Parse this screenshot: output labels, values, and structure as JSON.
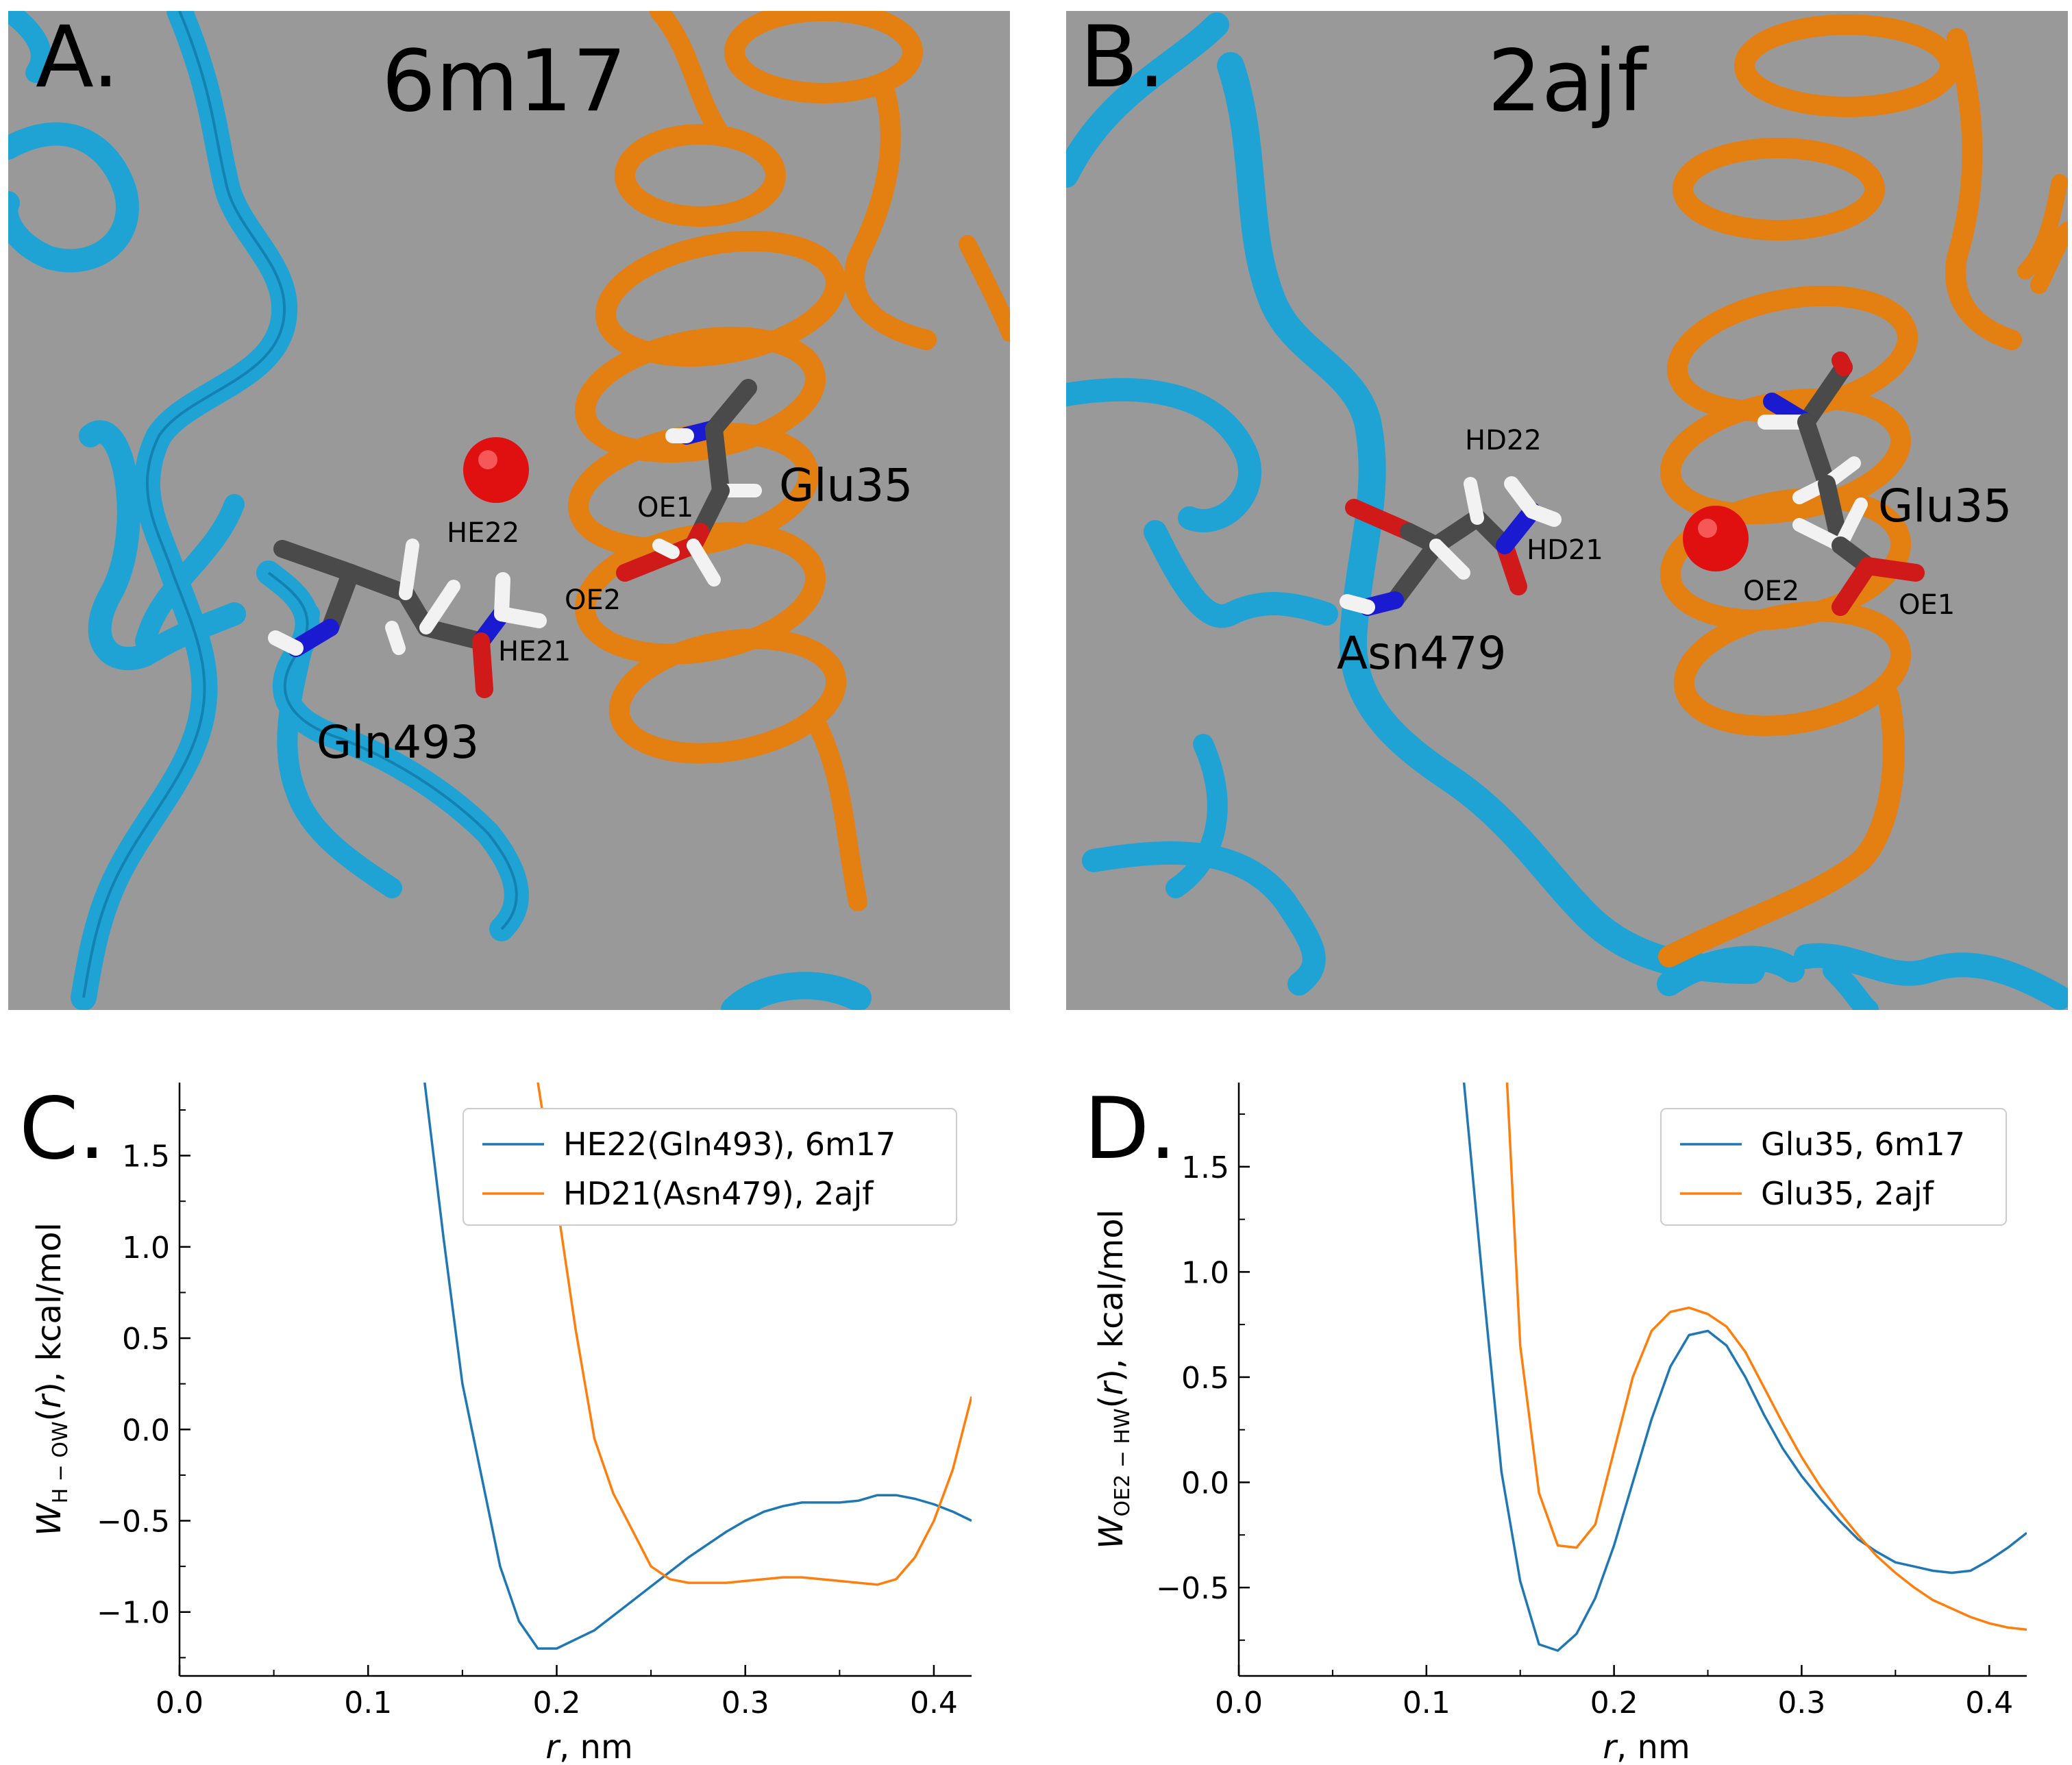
{
  "panels": {
    "a": {
      "letter": "A.",
      "pdb": "6m17",
      "residue_labels": [
        "Gln493",
        "Glu35"
      ],
      "atom_labels": [
        "HE22",
        "HE21",
        "OE1",
        "OE2"
      ]
    },
    "b": {
      "letter": "B.",
      "pdb": "2ajf",
      "residue_labels": [
        "Asn479",
        "Glu35"
      ],
      "atom_labels": [
        "HD22",
        "HD21",
        "OE2",
        "OE1"
      ]
    }
  },
  "colors": {
    "background": "#999999",
    "ribbon_blue": "#1fa3d4",
    "ribbon_orange": "#e47f12",
    "water": "#e01010",
    "carbon": "#4a4a4a",
    "oxygen": "#d01a1a",
    "nitrogen": "#1a1ad0",
    "hydrogen": "#f2f2f2",
    "series_blue": "#1f77b4",
    "series_orange": "#ff7f0e"
  },
  "chart_data": [
    {
      "panel_letter": "C.",
      "type": "line",
      "xlabel": "r, nm",
      "ylabel_main": "W",
      "ylabel_sub": "H − OW",
      "ylabel_rest": "(r), kcal/mol",
      "xlim": [
        0.0,
        0.42
      ],
      "ylim": [
        -1.35,
        1.9
      ],
      "xticks": [
        "0.0",
        "0.1",
        "0.2",
        "0.3",
        "0.4"
      ],
      "yticks": [
        "−1.0",
        "−0.5",
        "0.0",
        "0.5",
        "1.0",
        "1.5"
      ],
      "legend_position": "top-right",
      "series": [
        {
          "name": "HE22(Gln493), 6m17",
          "color": "#1f77b4",
          "x": [
            0.13,
            0.14,
            0.15,
            0.16,
            0.17,
            0.18,
            0.19,
            0.2,
            0.21,
            0.22,
            0.23,
            0.24,
            0.25,
            0.26,
            0.27,
            0.28,
            0.29,
            0.3,
            0.31,
            0.32,
            0.33,
            0.34,
            0.35,
            0.36,
            0.37,
            0.38,
            0.39,
            0.4,
            0.41,
            0.42
          ],
          "y": [
            1.9,
            1.05,
            0.25,
            -0.25,
            -0.75,
            -1.05,
            -1.2,
            -1.2,
            -1.15,
            -1.1,
            -1.02,
            -0.94,
            -0.86,
            -0.78,
            -0.7,
            -0.63,
            -0.56,
            -0.5,
            -0.45,
            -0.42,
            -0.4,
            -0.4,
            -0.4,
            -0.39,
            -0.36,
            -0.36,
            -0.38,
            -0.41,
            -0.45,
            -0.5
          ]
        },
        {
          "name": "HD21(Asn479), 2ajf",
          "color": "#ff7f0e",
          "x": [
            0.19,
            0.2,
            0.21,
            0.22,
            0.23,
            0.24,
            0.25,
            0.26,
            0.27,
            0.28,
            0.29,
            0.3,
            0.31,
            0.32,
            0.33,
            0.34,
            0.35,
            0.36,
            0.37,
            0.38,
            0.39,
            0.4,
            0.41,
            0.42
          ],
          "y": [
            1.9,
            1.25,
            0.55,
            -0.05,
            -0.35,
            -0.55,
            -0.75,
            -0.82,
            -0.84,
            -0.84,
            -0.84,
            -0.83,
            -0.82,
            -0.81,
            -0.81,
            -0.82,
            -0.83,
            -0.84,
            -0.85,
            -0.82,
            -0.7,
            -0.5,
            -0.22,
            0.18
          ]
        }
      ]
    },
    {
      "panel_letter": "D.",
      "type": "line",
      "xlabel": "r, nm",
      "ylabel_main": "W",
      "ylabel_sub": "OE2 − HW",
      "ylabel_rest": "(r), kcal/mol",
      "xlim": [
        0.0,
        0.42
      ],
      "ylim": [
        -0.92,
        1.9
      ],
      "xticks": [
        "0.0",
        "0.1",
        "0.2",
        "0.3",
        "0.4"
      ],
      "yticks": [
        "−0.5",
        "0.0",
        "0.5",
        "1.0",
        "1.5"
      ],
      "legend_position": "top-right",
      "series": [
        {
          "name": "Glu35, 6m17",
          "color": "#1f77b4",
          "x": [
            0.12,
            0.13,
            0.14,
            0.15,
            0.16,
            0.17,
            0.18,
            0.19,
            0.2,
            0.21,
            0.22,
            0.23,
            0.24,
            0.25,
            0.26,
            0.27,
            0.28,
            0.29,
            0.3,
            0.31,
            0.32,
            0.33,
            0.34,
            0.35,
            0.36,
            0.37,
            0.38,
            0.39,
            0.4,
            0.41,
            0.42
          ],
          "y": [
            1.9,
            0.95,
            0.05,
            -0.47,
            -0.77,
            -0.8,
            -0.72,
            -0.55,
            -0.3,
            0.0,
            0.3,
            0.55,
            0.7,
            0.72,
            0.65,
            0.5,
            0.32,
            0.16,
            0.03,
            -0.08,
            -0.18,
            -0.27,
            -0.33,
            -0.38,
            -0.4,
            -0.42,
            -0.43,
            -0.42,
            -0.37,
            -0.31,
            -0.24
          ]
        },
        {
          "name": "Glu35, 2ajf",
          "color": "#ff7f0e",
          "x": [
            0.143,
            0.15,
            0.16,
            0.17,
            0.18,
            0.19,
            0.2,
            0.21,
            0.22,
            0.23,
            0.24,
            0.25,
            0.26,
            0.27,
            0.28,
            0.29,
            0.3,
            0.31,
            0.32,
            0.33,
            0.34,
            0.35,
            0.36,
            0.37,
            0.38,
            0.39,
            0.4,
            0.41,
            0.42
          ],
          "y": [
            1.9,
            0.65,
            -0.05,
            -0.3,
            -0.31,
            -0.2,
            0.15,
            0.5,
            0.72,
            0.81,
            0.83,
            0.8,
            0.74,
            0.62,
            0.45,
            0.28,
            0.12,
            -0.02,
            -0.14,
            -0.25,
            -0.35,
            -0.43,
            -0.5,
            -0.56,
            -0.6,
            -0.64,
            -0.67,
            -0.69,
            -0.7
          ]
        }
      ]
    }
  ]
}
